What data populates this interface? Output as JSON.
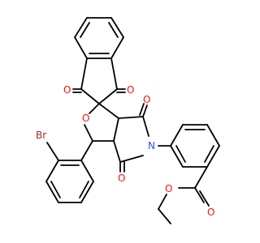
{
  "atom_labels": {
    "o_left_ketone": "O",
    "o_right_ketone": "O",
    "o_ring_ether": "O",
    "o_imide_top": "O",
    "o_imide_bottom": "O",
    "n_imide": "N",
    "br": "Br",
    "o_ester_carbonyl": "O",
    "o_ester_ether": "O"
  },
  "colors": {
    "oxygen": "#ff0d0d",
    "nitrogen": "#3050f8",
    "bromine": "#a62929",
    "bond": "#000000"
  }
}
